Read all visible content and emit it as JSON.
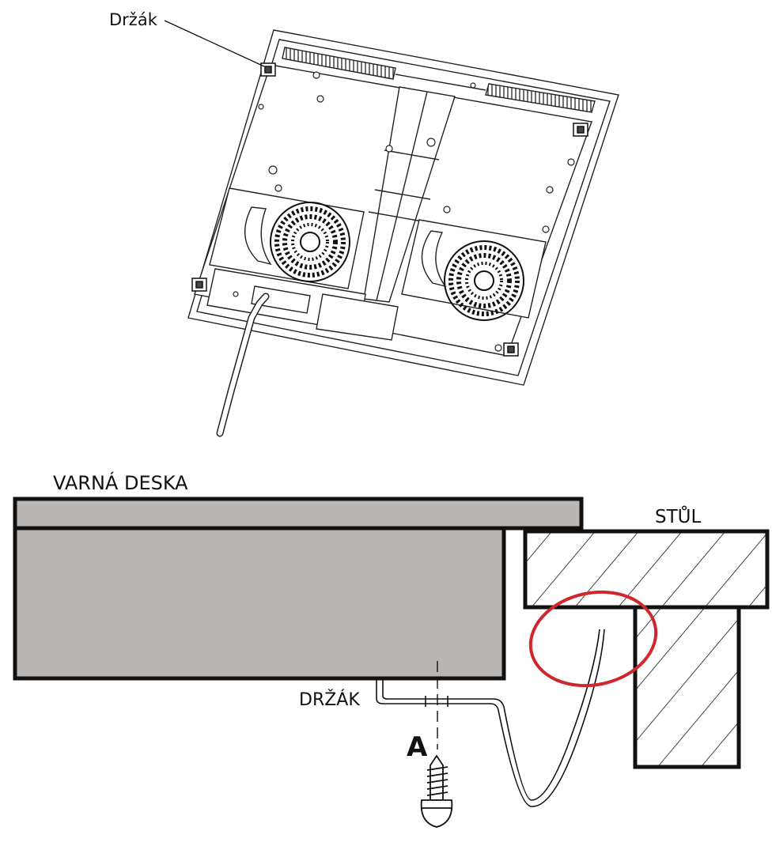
{
  "labels": {
    "top_bracket": "Držák",
    "hob": "VARNÁ DESKA",
    "table": "STŮL",
    "bracket": "DRŽÁK",
    "axis": "A"
  },
  "colors": {
    "hob_fill": "#b9b6b3",
    "highlight_circle": "#d0272f",
    "line": "#111111"
  }
}
